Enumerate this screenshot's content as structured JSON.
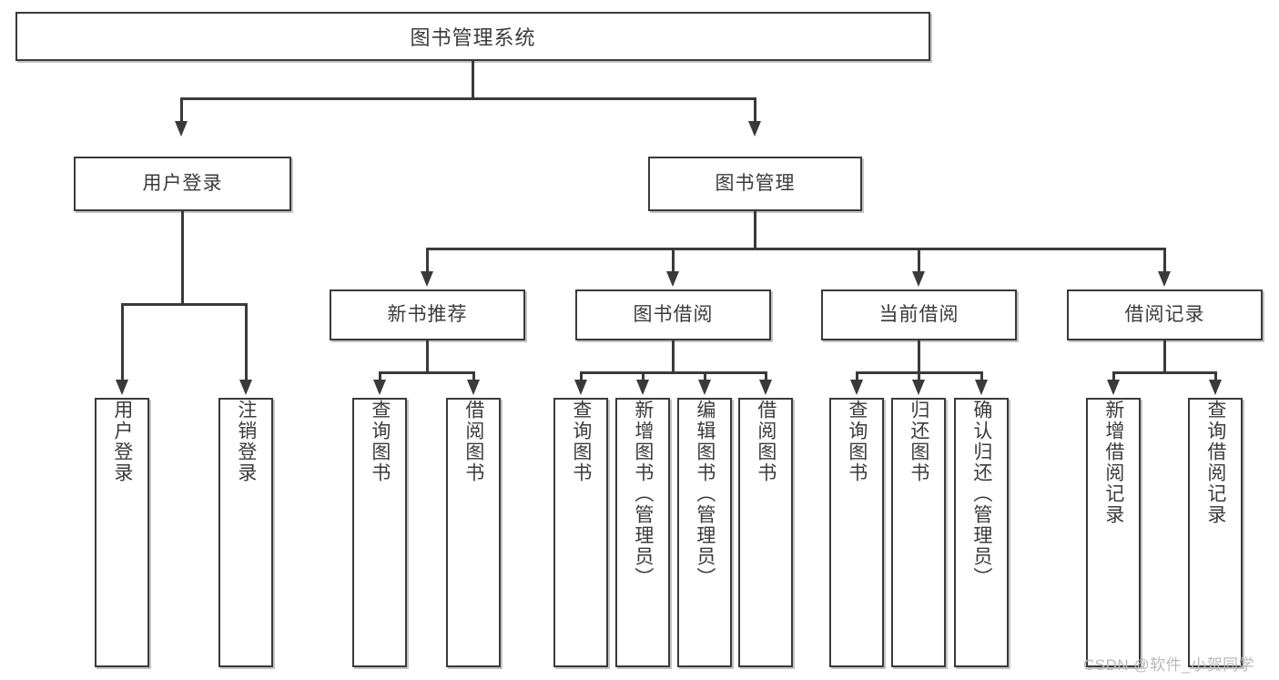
{
  "diagram": {
    "title": "图书管理系统",
    "type": "tree",
    "root": {
      "label": "图书管理系统"
    },
    "level2": [
      {
        "label": "用户登录"
      },
      {
        "label": "图书管理"
      }
    ],
    "level3": [
      {
        "label": "新书推荐"
      },
      {
        "label": "图书借阅"
      },
      {
        "label": "当前借阅"
      },
      {
        "label": "借阅记录"
      }
    ],
    "leaves": [
      {
        "label": "用户登录"
      },
      {
        "label": "注销登录"
      },
      {
        "label": "查询图书"
      },
      {
        "label": "借阅图书"
      },
      {
        "label": "查询图书"
      },
      {
        "label": "新增图书（管理员）"
      },
      {
        "label": "编辑图书（管理员）"
      },
      {
        "label": "借阅图书"
      },
      {
        "label": "查询图书"
      },
      {
        "label": "归还图书"
      },
      {
        "label": "确认归还（管理员）"
      },
      {
        "label": "新增借阅记录"
      },
      {
        "label": "查询借阅记录"
      }
    ]
  },
  "watermark": {
    "text": "CSDN @软件_小贺同学"
  },
  "colors": {
    "stroke": "#3a3a3a",
    "text": "#3b3b3b",
    "background": "#ffffff",
    "watermark": "#b9b9b9"
  }
}
